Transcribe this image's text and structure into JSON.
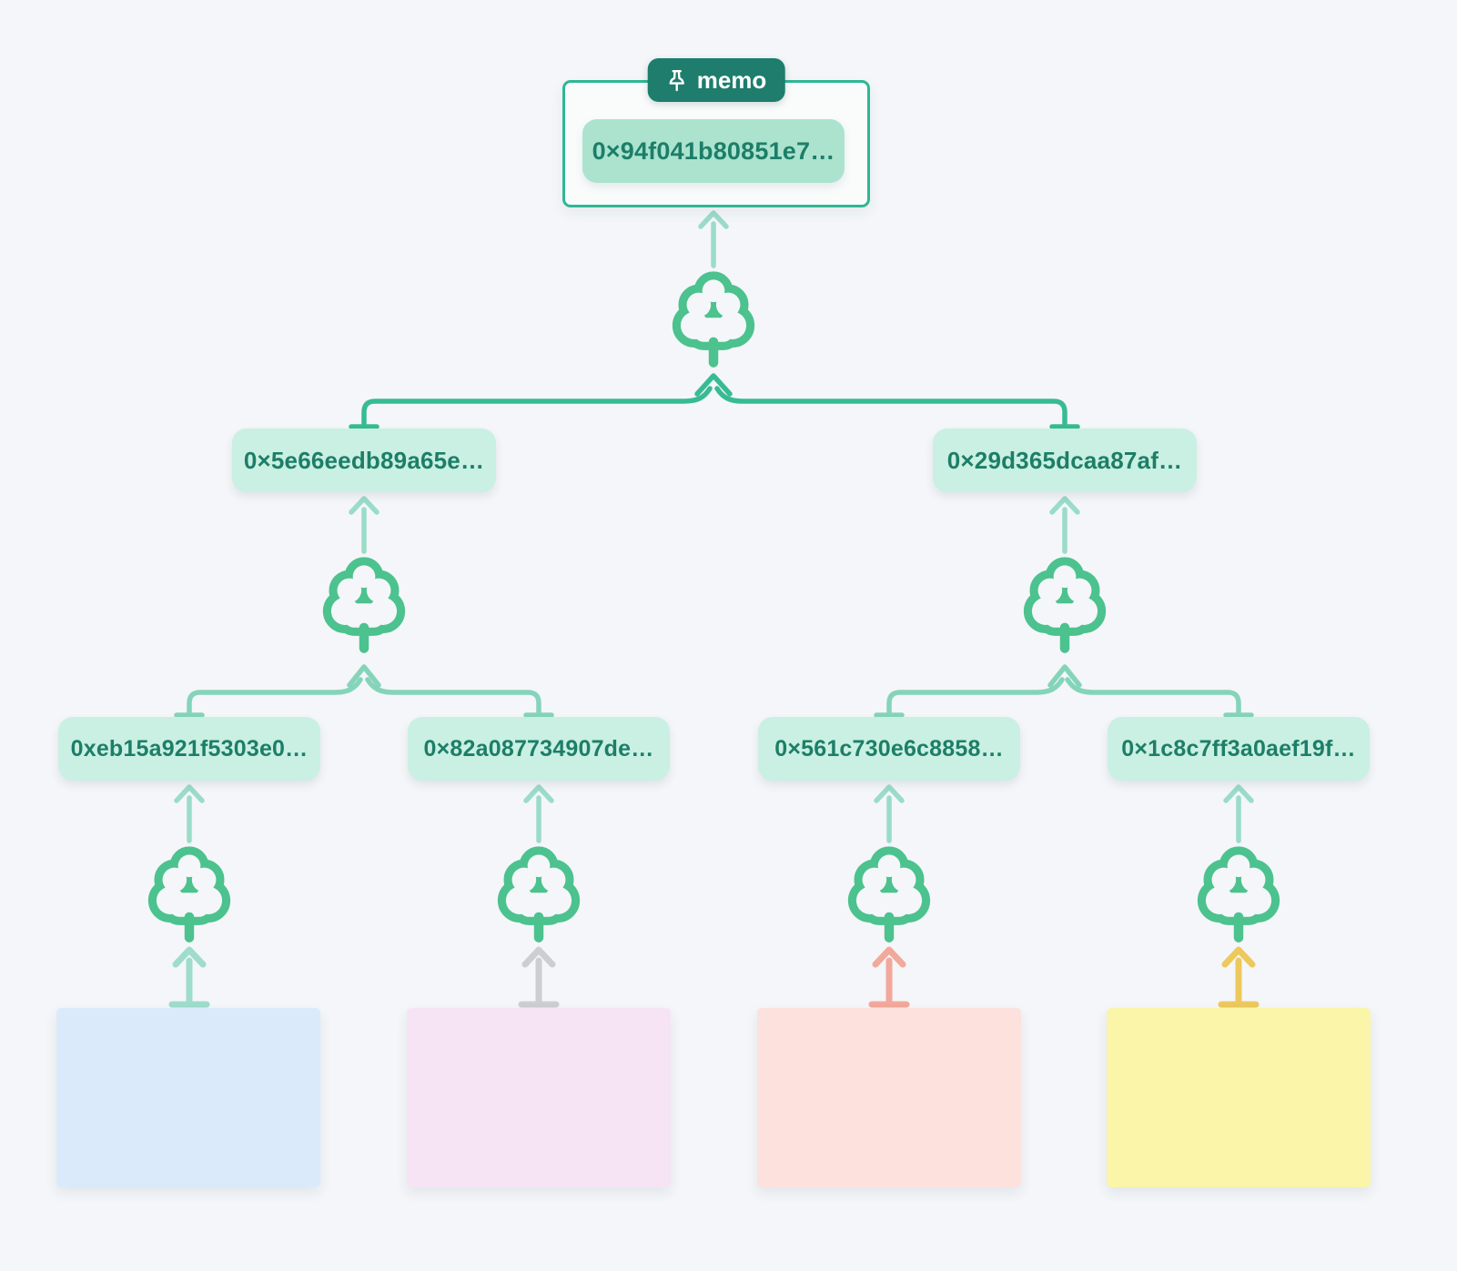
{
  "root": {
    "badge_label": "memo",
    "hash": "0×94f041b80851e7…"
  },
  "level1": [
    {
      "hash": "0×5e66eedb89a65e…"
    },
    {
      "hash": "0×29d365dcaa87af…"
    }
  ],
  "leaves": [
    {
      "hash": "0xeb15a921f5303e0…"
    },
    {
      "hash": "0×82a087734907de…"
    },
    {
      "hash": "0×561c730e6c8858…"
    },
    {
      "hash": "0×1c8c7ff3a0aef19f…"
    }
  ],
  "blocks": [
    {
      "name": "blue-block",
      "color": "#dbeafa",
      "arrow_color": "#9eddca"
    },
    {
      "name": "purple-block",
      "color": "#f6e4f5",
      "arrow_color": "#cdced2"
    },
    {
      "name": "red-block",
      "color": "#fde1dd",
      "arrow_color": "#f2a89b"
    },
    {
      "name": "yellow-block",
      "color": "#faf5a8",
      "arrow_color": "#ecc95d"
    }
  ],
  "colors": {
    "background": "#f4f6f9",
    "badge_bg": "#1e7d6d",
    "badge_text": "#ffffff",
    "root_card_border": "#2eb795",
    "root_card_bg": "#fafcfc",
    "root_pill_bg": "#abe3cf",
    "pill_bg": "#c9f0e2",
    "pill_text": "#1d7e68",
    "tree": "#4cc28e",
    "connector_strong": "#38bb93",
    "connector_soft": "#85d4b9",
    "arrow_soft": "#9adcc8",
    "arrow_teal": "#9eddca",
    "arrow_gray": "#cdced2",
    "arrow_red": "#f2a89b",
    "arrow_yellow": "#ecc95d",
    "box_blue": "#dbeafa",
    "box_purple": "#f6e4f5",
    "box_red": "#fde1dd",
    "box_yellow": "#faf5a8"
  }
}
